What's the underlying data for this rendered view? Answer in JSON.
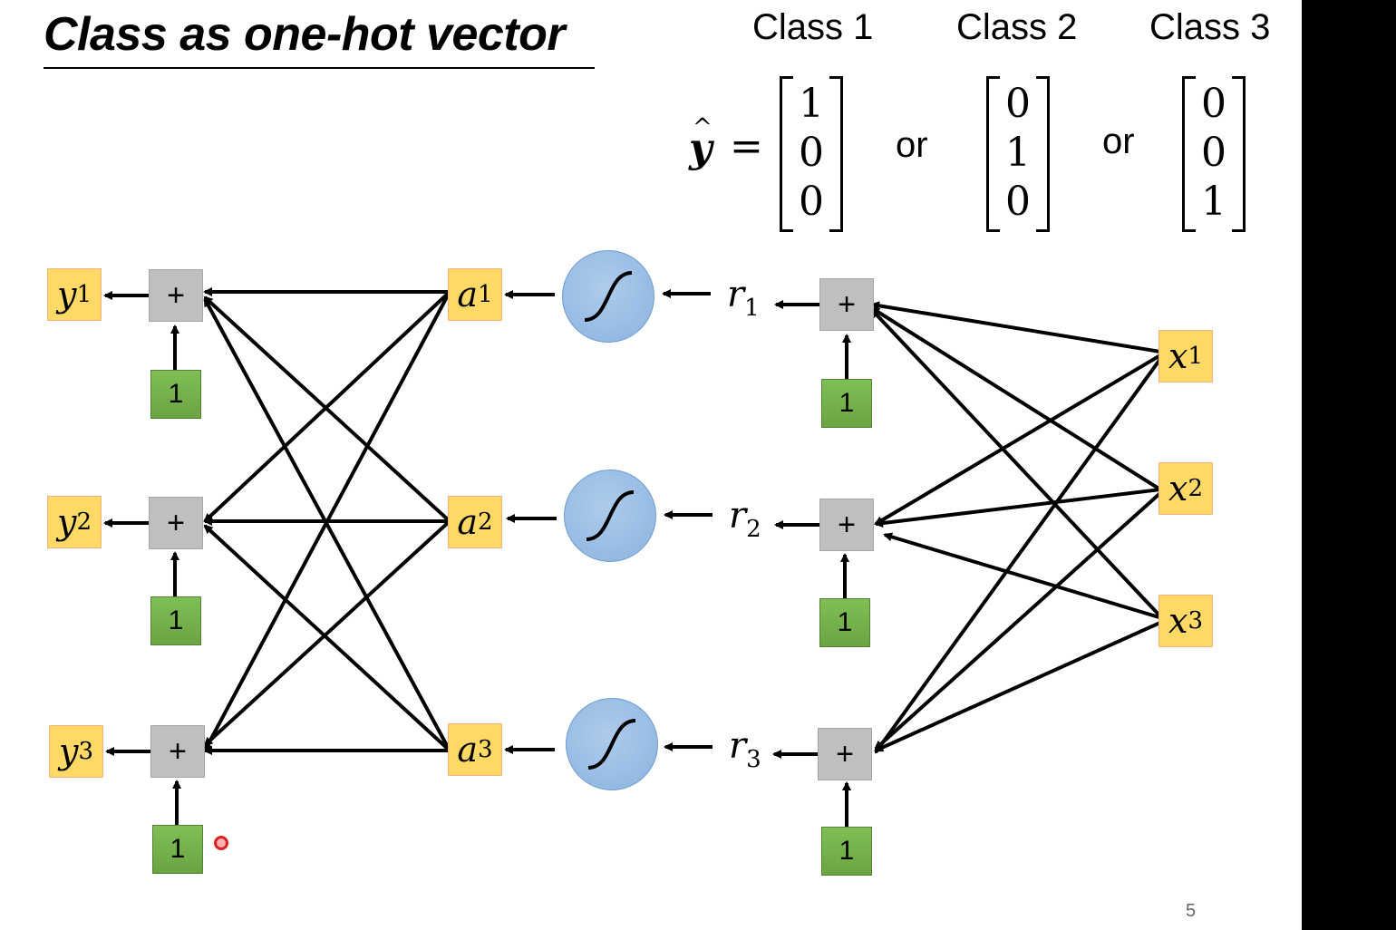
{
  "slide": {
    "title": "Class as one-hot vector",
    "page_number": "5"
  },
  "classes": [
    {
      "label": "Class 1",
      "vector": [
        "1",
        "0",
        "0"
      ]
    },
    {
      "label": "Class 2",
      "vector": [
        "0",
        "1",
        "0"
      ]
    },
    {
      "label": "Class 3",
      "vector": [
        "0",
        "0",
        "1"
      ]
    }
  ],
  "equation": {
    "lhs": "y",
    "equals": "=",
    "separator": "or"
  },
  "network": {
    "outputs": [
      {
        "var": "y",
        "sub": "1"
      },
      {
        "var": "y",
        "sub": "2"
      },
      {
        "var": "y",
        "sub": "3"
      }
    ],
    "activations": [
      {
        "var": "a",
        "sub": "1"
      },
      {
        "var": "a",
        "sub": "2"
      },
      {
        "var": "a",
        "sub": "3"
      }
    ],
    "pre_activations": [
      {
        "var": "r",
        "sub": "1"
      },
      {
        "var": "r",
        "sub": "2"
      },
      {
        "var": "r",
        "sub": "3"
      }
    ],
    "inputs": [
      {
        "var": "x",
        "sub": "1"
      },
      {
        "var": "x",
        "sub": "2"
      },
      {
        "var": "x",
        "sub": "3"
      }
    ],
    "sum_symbol": "+",
    "bias_value": "1"
  },
  "colors": {
    "variable_box": "#ffd966",
    "sum_box": "#bfbfbf",
    "bias_box": "#70ad47",
    "sigmoid": "#9dc3e6"
  }
}
